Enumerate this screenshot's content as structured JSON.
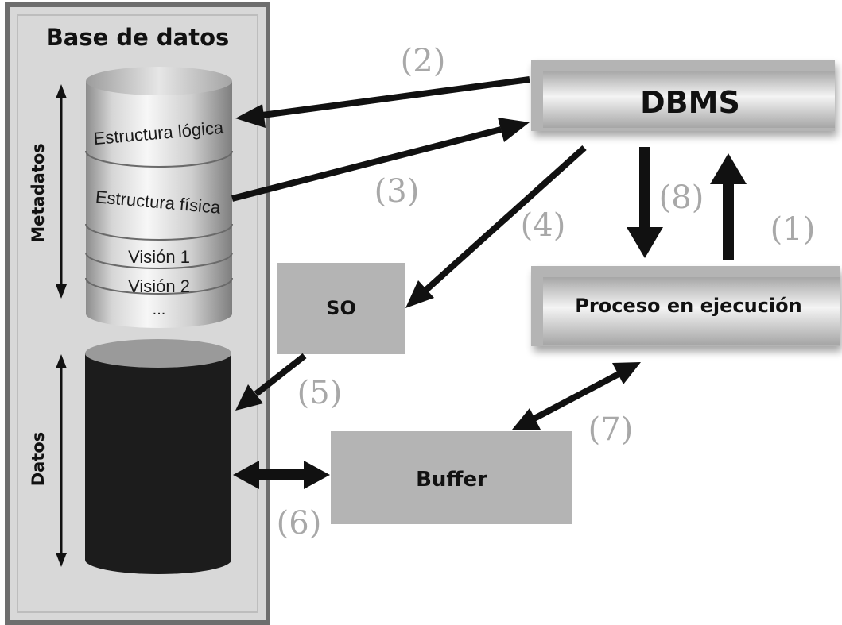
{
  "panel": {
    "title": "Base de datos"
  },
  "metadata_cylinder": {
    "axis_label": "Metadatos",
    "layers": {
      "logical": "Estructura lógica",
      "physical": "Estructura física",
      "view1": "Visión 1",
      "view2": "Visión 2",
      "ellipsis": "..."
    }
  },
  "data_cylinder": {
    "axis_label": "Datos"
  },
  "boxes": {
    "dbms": "DBMS",
    "os": "SO",
    "process": "Proceso en ejecución",
    "buffer": "Buffer"
  },
  "steps": {
    "s1": "(1)",
    "s2": "(2)",
    "s3": "(3)",
    "s4": "(4)",
    "s5": "(5)",
    "s6": "(6)",
    "s7": "(7)",
    "s8": "(8)"
  },
  "colors": {
    "panel_fill": "#d8d8d8",
    "panel_border": "#6e6e6e",
    "box_fill": "#b4b4b4",
    "step_label": "#a8a8a8",
    "arrow": "#111111",
    "data_cylinder": "#1c1c1c",
    "data_cylinder_top": "#9a9a9a"
  }
}
